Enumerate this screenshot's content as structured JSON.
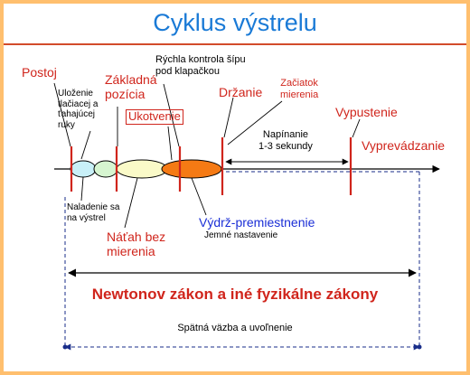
{
  "title": "Cyklus výstrelu",
  "labels": {
    "postoj": "Postoj",
    "ulozenie": [
      "Uloženie",
      "tlačiacej a",
      "ťahajúcej",
      "ruky"
    ],
    "zakladna": [
      "Základná",
      "pozícia"
    ],
    "rychla": [
      "Rýchla kontrola šípu",
      "pod klapačkou"
    ],
    "ukotvenie": "Ukotvenie",
    "drzanie": "Držanie",
    "zaciatok": [
      "Začiatok",
      "mierenia"
    ],
    "napinanie": [
      "Napínanie",
      "1-3 sekundy"
    ],
    "vypustenie": "Vypustenie",
    "vyprevadzanie": "Vyprevádzanie",
    "naladenie": [
      "Naladenie sa",
      "na výstrel"
    ],
    "natah": [
      "Náťah bez",
      "mierenia"
    ],
    "vydrz": "Výdrž-premiestnenie",
    "jemne": "Jemné nastavenie",
    "newton": "Newtonov zákon  a iné fyzikálne zákony",
    "spatna": "Spätná väzba a uvoľnenie"
  },
  "colors": {
    "accent_red": "#d0251c",
    "title_blue": "#1a7ad6",
    "text_blue": "#1a2ed6",
    "frame_orange": "#ffbf6e",
    "ellipse_cyan": "#c8f0f8",
    "ellipse_green": "#d6f5d0",
    "ellipse_yellow": "#fafac8",
    "ellipse_orange": "#f57a14"
  }
}
